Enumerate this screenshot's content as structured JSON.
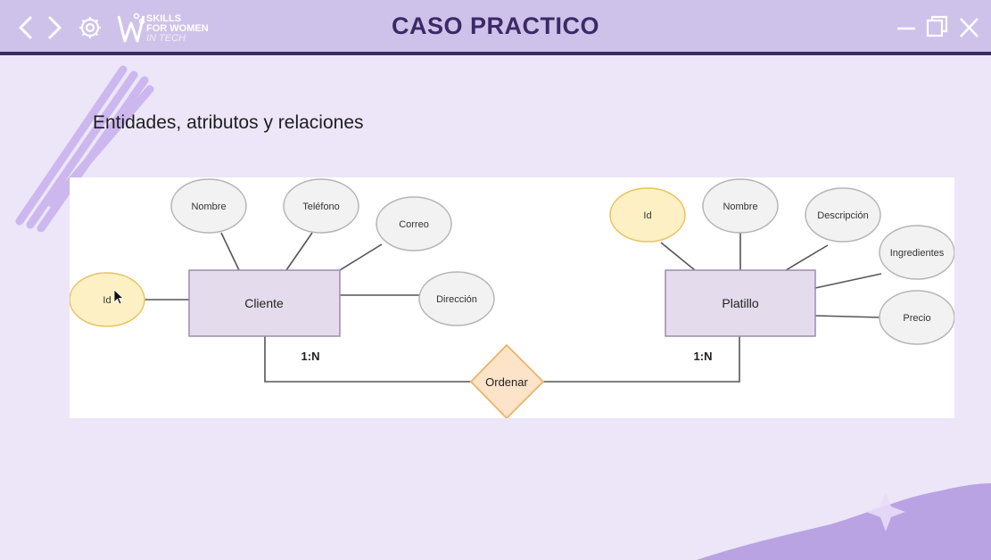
{
  "window": {
    "title": "CASO PRACTICO",
    "logo": {
      "line1": "SKILLS",
      "line2": "FOR WOMEN",
      "line3": "IN TECH"
    },
    "icons": [
      "chevron-left-icon",
      "chevron-right-icon",
      "gear-icon",
      "minimize-icon",
      "restore-icon",
      "close-icon"
    ]
  },
  "slide": {
    "subtitle": "Entidades, atributos y relaciones"
  },
  "diagram": {
    "entities": {
      "cliente": "Cliente",
      "platillo": "Platillo"
    },
    "relationship": "Ordenar",
    "cardinality": {
      "left": "1:N",
      "right": "1:N"
    },
    "cliente_attributes": {
      "id": "Id",
      "nombre": "Nombre",
      "telefono": "Teléfono",
      "correo": "Correo",
      "direccion": "Dirección"
    },
    "platillo_attributes": {
      "id": "Id",
      "nombre": "Nombre",
      "descripcion": "Descripción",
      "ingredientes": "Ingredientes",
      "precio": "Precio"
    },
    "colors": {
      "entity_fill": "#e4dcec",
      "entity_stroke": "#9d8bb0",
      "attr_fill": "#f2f2f2",
      "attr_stroke": "#b5b5b5",
      "key_fill": "#fdf0c5",
      "key_stroke": "#e8c35e",
      "rel_fill": "#fde3c8",
      "rel_stroke": "#e9b46a"
    }
  }
}
